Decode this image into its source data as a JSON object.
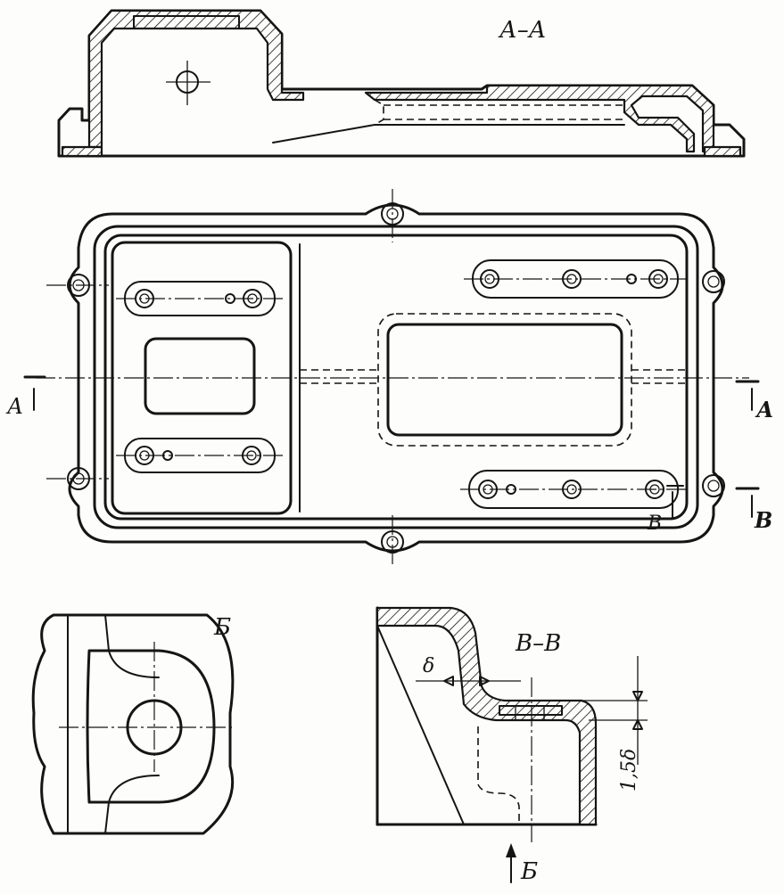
{
  "labels": {
    "section_aa": "А–А",
    "section_vv": "В–В",
    "detail_b": "Б",
    "arrow_b": "Б",
    "mark_a_left": "А",
    "mark_a_right": "А",
    "mark_b_right": "В",
    "mark_v_inner": "В",
    "delta": "δ",
    "dim_15delta": "1,5δ"
  }
}
